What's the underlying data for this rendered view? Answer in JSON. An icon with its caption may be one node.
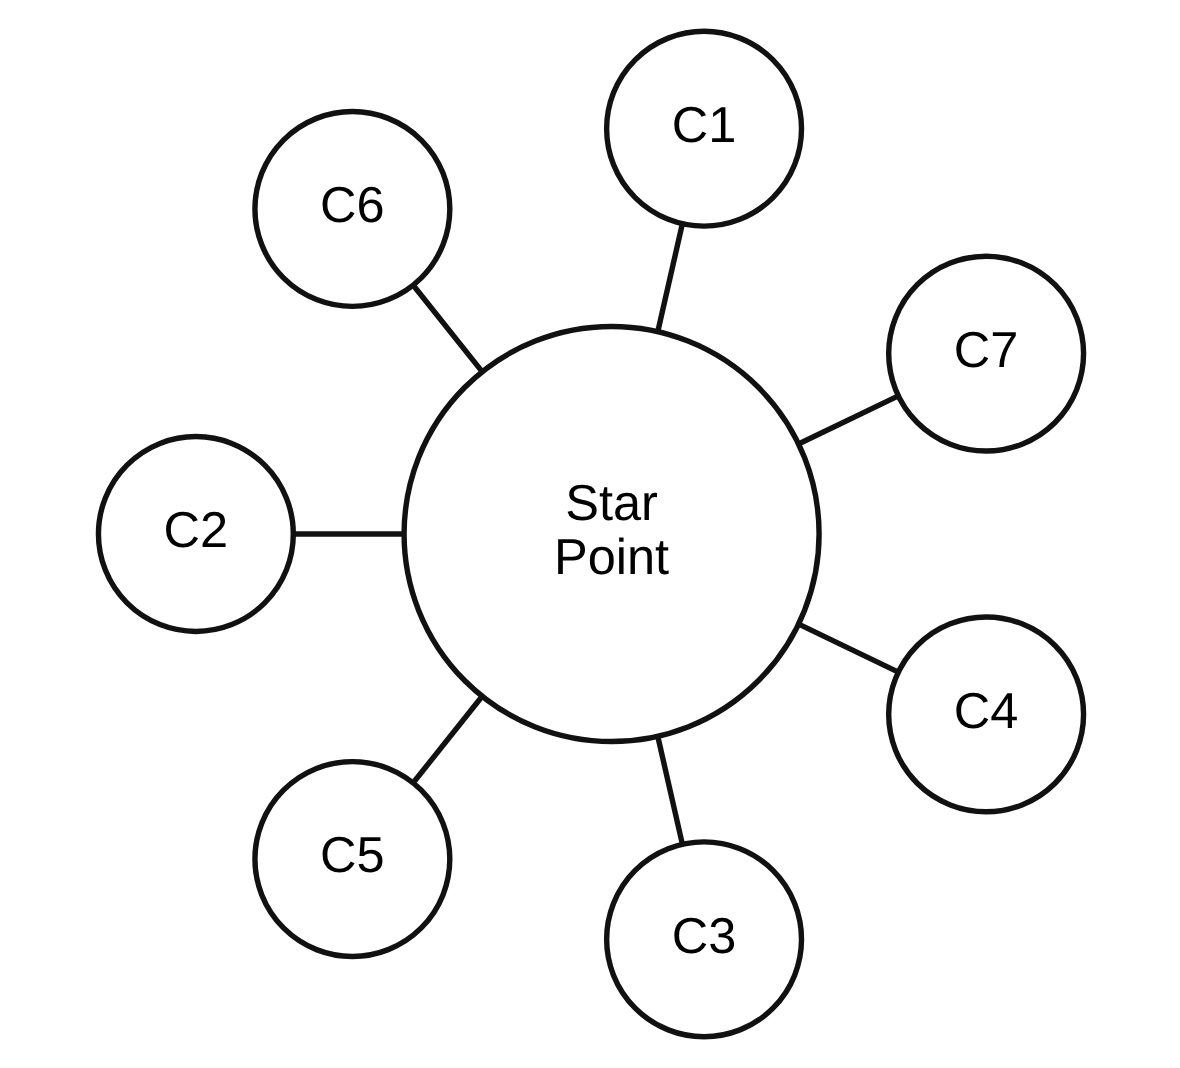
{
  "diagram": {
    "nodes": [
      {
        "text": [
          "C7"
        ]
      },
      {
        "text": [
          "C1"
        ]
      },
      {
        "text": [
          "Star Point"
        ]
      },
      {
        "text": [
          "C6"
        ]
      },
      {
        "text": [
          "C2"
        ]
      },
      {
        "text": [
          "C5"
        ]
      },
      {
        "text": [
          "C3"
        ]
      },
      {
        "text": [
          "C4"
        ]
      }
    ],
    "edges": [
      {
        "from": 2,
        "to": 1,
        "arrow": "none"
      },
      {
        "from": 2,
        "to": 0,
        "arrow": "none"
      },
      {
        "from": 2,
        "to": 3,
        "arrow": "none"
      },
      {
        "from": 2,
        "to": 5,
        "arrow": "none"
      },
      {
        "from": 2,
        "to": 7,
        "arrow": "none"
      },
      {
        "from": 2,
        "to": 6,
        "arrow": "none"
      },
      {
        "from": 2,
        "to": 4,
        "arrow": "none"
      }
    ]
  }
}
